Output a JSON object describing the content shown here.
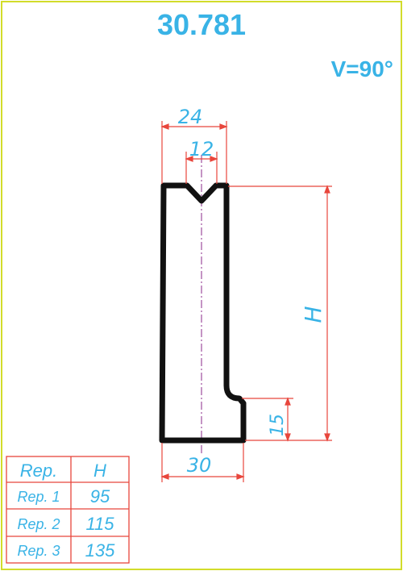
{
  "header": {
    "part_number": "30.781",
    "angle_label": "V=90°"
  },
  "dimensions": {
    "top_width": "24",
    "v_width": "12",
    "height": "H",
    "base_width": "30",
    "step_height": "15"
  },
  "table": {
    "columns": [
      "Rep.",
      "H"
    ],
    "rows": [
      [
        "Rep. 1",
        "95"
      ],
      [
        "Rep. 2",
        "115"
      ],
      [
        "Rep. 3",
        "135"
      ]
    ]
  },
  "colors": {
    "title": "#39b3e6",
    "dimension_lines": "#e8463c",
    "profile": "#111111",
    "frame": "#d2dc2a",
    "centerline": "#8a2a8a"
  }
}
